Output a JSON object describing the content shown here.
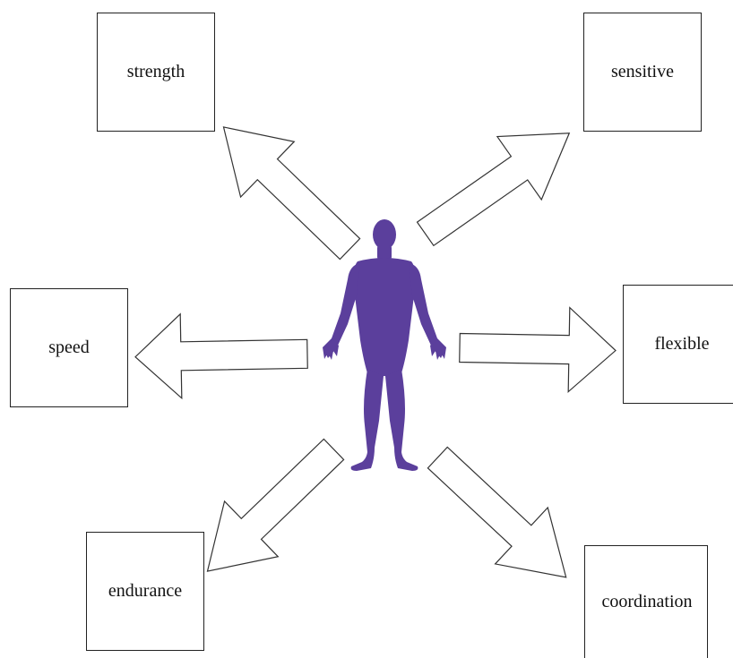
{
  "labels": {
    "strength": "strength",
    "sensitive": "sensitive",
    "speed": "speed",
    "flexible": "flexible",
    "endurance": "endurance",
    "coordination": "coordination"
  },
  "colors": {
    "figure": "#5b3f9c",
    "arrow_fill": "#ffffff",
    "arrow_stroke": "#333333",
    "box_border": "#222222"
  },
  "icons": {
    "center": "human-silhouette-icon",
    "arrows": "outline-block-arrow-icon"
  }
}
